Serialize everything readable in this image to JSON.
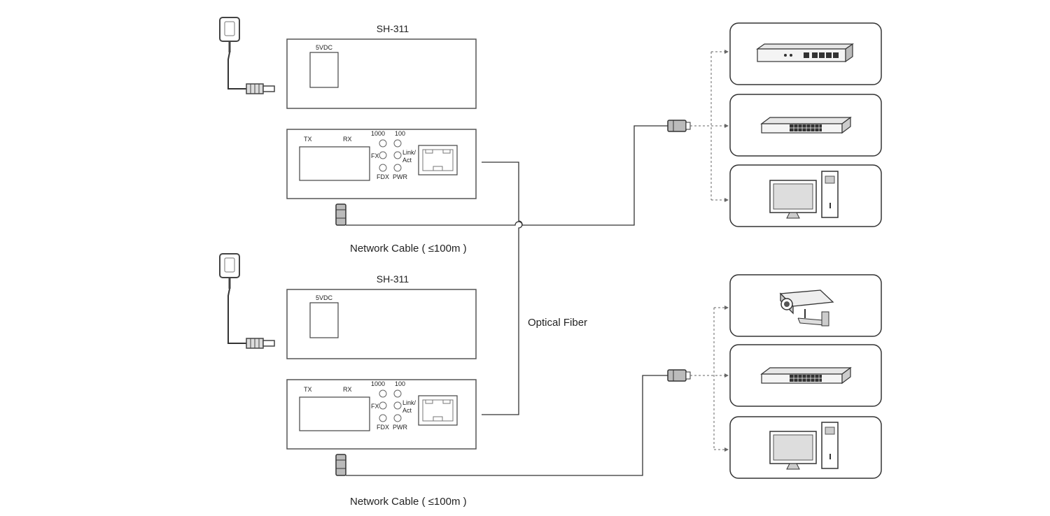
{
  "units": [
    {
      "model": "SH-311",
      "power_port_label": "5VDC",
      "labels": {
        "tx": "TX",
        "rx": "RX",
        "l1000": "1000",
        "l100": "100",
        "fx": "FX",
        "link": "Link/",
        "act": "Act",
        "fdx": "FDX",
        "pwr": "PWR"
      },
      "cable_label": "Network Cable ( ≤100m )"
    },
    {
      "model": "SH-311",
      "power_port_label": "5VDC",
      "labels": {
        "tx": "TX",
        "rx": "RX",
        "l1000": "1000",
        "l100": "100",
        "fx": "FX",
        "link": "Link/",
        "act": "Act",
        "fdx": "FDX",
        "pwr": "PWR"
      },
      "cable_label": "Network Cable ( ≤100m )"
    }
  ],
  "fiber_label": "Optical Fiber",
  "device_groups": [
    {
      "devices": [
        "router-icon",
        "switch-icon",
        "desktop-computer-icon"
      ]
    },
    {
      "devices": [
        "ip-camera-icon",
        "switch-icon",
        "desktop-computer-icon"
      ]
    }
  ],
  "colors": {
    "line": "#333333",
    "box_stroke": "#555555",
    "dashed": "#666666"
  }
}
